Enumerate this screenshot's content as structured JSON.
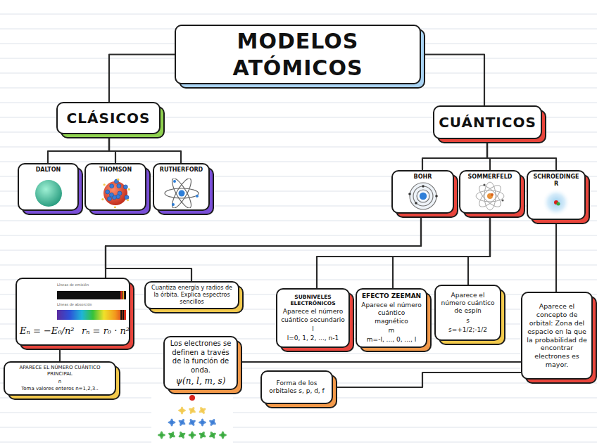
{
  "diagram": {
    "nodes": [
      {
        "text": [
          "MODELOS ATÓMICOS"
        ]
      },
      {
        "text": [
          "CLÁSICOS"
        ]
      },
      {
        "text": [
          "CUÁNTICOS"
        ]
      },
      {
        "text": [
          "DALTON"
        ]
      },
      {
        "text": [
          "THOMSON"
        ]
      },
      {
        "text": [
          "RUTHERFORD"
        ]
      },
      {
        "text": [
          "BOHR"
        ]
      },
      {
        "text": [
          "SOMMERFELD"
        ]
      },
      {
        "text": [
          "SCHROEDINGER"
        ]
      },
      {
        "text": [
          "Líneas de emisión",
          "Líneas de absorción",
          "Eₙ = −E₀/n²",
          "rₙ = r₀ · n²"
        ]
      },
      {
        "text": [
          "Cuantiza energía y radios de la órbita. Explica espectros sencillos"
        ]
      },
      {
        "text": [
          "APARECE EL NÚMERO CUÁNTICO PRINCIPAL",
          "n",
          "Toma valores enteros n=1,2,3.."
        ]
      },
      {
        "text": [
          "Los electrones se definen a través de la función de onda.",
          "ψ(n, l, m, s)"
        ]
      },
      {
        "text": [
          "SUBNIVELES ELECTRÓNICOS",
          "Aparece el número cuántico secundario",
          "l",
          "l=0, 1, 2, ..., n-1"
        ]
      },
      {
        "text": [
          "EFECTO ZEEMAN",
          "Aparece el número cuántico magnético",
          "m",
          "m=-l, ..., 0, ..., l"
        ]
      },
      {
        "text": [
          "Aparece el número cuántico de espín",
          "s",
          "s=+1/2;-1/2"
        ]
      },
      {
        "text": [
          "Aparece el concepto de orbital: Zona del espacio en la que la probabilidad de encontrar electrones es mayor."
        ]
      },
      {
        "text": [
          "Forma de los orbitales s, p, d, f"
        ]
      }
    ],
    "edges": [
      {
        "from": 0,
        "to": 1,
        "arrow": "none"
      },
      {
        "from": 0,
        "to": 2,
        "arrow": "none"
      },
      {
        "from": 1,
        "to": 3,
        "arrow": "none"
      },
      {
        "from": 1,
        "to": 4,
        "arrow": "none"
      },
      {
        "from": 1,
        "to": 5,
        "arrow": "none"
      },
      {
        "from": 2,
        "to": 6,
        "arrow": "none"
      },
      {
        "from": 2,
        "to": 7,
        "arrow": "none"
      },
      {
        "from": 2,
        "to": 8,
        "arrow": "none"
      },
      {
        "from": 6,
        "to": 9,
        "arrow": "none"
      },
      {
        "from": 6,
        "to": 10,
        "arrow": "none"
      },
      {
        "from": 9,
        "to": 11,
        "arrow": "none"
      },
      {
        "from": 7,
        "to": 13,
        "arrow": "none"
      },
      {
        "from": 7,
        "to": 14,
        "arrow": "none"
      },
      {
        "from": 7,
        "to": 15,
        "arrow": "none"
      },
      {
        "from": 8,
        "to": 16,
        "arrow": "none"
      },
      {
        "from": 16,
        "to": 12,
        "arrow": "none"
      },
      {
        "from": 16,
        "to": 17,
        "arrow": "none"
      }
    ]
  }
}
